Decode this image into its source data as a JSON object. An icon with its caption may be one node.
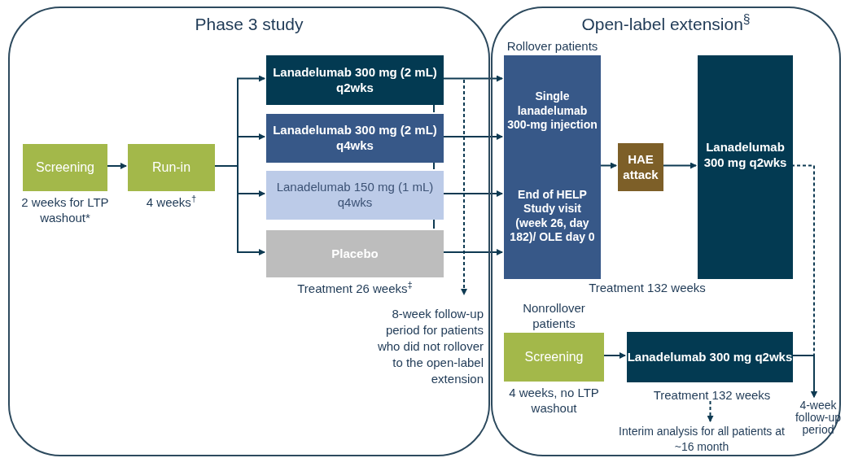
{
  "diagram": {
    "nodes": [
      {
        "text": [
          "Phase 3 study"
        ]
      },
      {
        "text": [
          "Open-label extension$^{§}$"
        ]
      },
      {
        "text": [
          "Screening"
        ],
        "in": 0,
        "beside": [
          "2 weeks for LTP washout*"
        ]
      },
      {
        "text": [
          "Run-in"
        ],
        "in": 0,
        "beside": [
          "4 weeks$^{†}$"
        ]
      },
      {
        "text": [
          "Lanadelumab 300 mg (2 mL) q2wks"
        ],
        "in": 0
      },
      {
        "text": [
          "Lanadelumab 300 mg (2 mL) q4wks"
        ],
        "in": 0
      },
      {
        "text": [
          "Lanadelumab 150 mg (1 mL) q4wks"
        ],
        "in": 0
      },
      {
        "text": [
          "Placebo"
        ],
        "in": 0,
        "beside": [
          "Treatment 26 weeks$^{‡}$"
        ]
      },
      {
        "text": [
          "Single lanadelumab 300-mg injection",
          "End of HELP Study visit (week 26, day 182)/ OLE day 0"
        ],
        "in": 1,
        "beside": [
          "Rollover patients"
        ]
      },
      {
        "text": [
          "HAE attack"
        ],
        "in": 1
      },
      {
        "text": [
          "Lanadelumab 300 mg q2wks"
        ],
        "in": 1
      },
      {
        "text": [
          "Screening"
        ],
        "in": 1,
        "beside": [
          "Nonrollover patients",
          "4 weeks, no LTP washout"
        ]
      },
      {
        "text": [
          "Lanadelumab 300 mg q2wks"
        ],
        "in": 1
      },
      {
        "text": [
          "4-week follow-up period"
        ],
        "in": 1
      },
      {
        "text": [
          "8-week follow-up period for patients who did not rollover to the open-label extension"
        ],
        "in": 0
      },
      {
        "text": [
          "Interim analysis for all patients at ~16 month"
        ],
        "in": 1
      },
      {
        "text": [
          "Treatment 132 weeks"
        ],
        "in": 1
      }
    ],
    "edges": [
      {
        "from": 2,
        "to": 3,
        "arrow": "to"
      },
      {
        "from": 3,
        "to": 4,
        "arrow": "to"
      },
      {
        "from": 3,
        "to": 5,
        "arrow": "to"
      },
      {
        "from": 3,
        "to": 6,
        "arrow": "to"
      },
      {
        "from": 3,
        "to": 7,
        "arrow": "to"
      },
      {
        "from": 4,
        "to": 8,
        "arrow": "to"
      },
      {
        "from": 5,
        "to": 8,
        "arrow": "to"
      },
      {
        "from": 6,
        "to": 8,
        "arrow": "to"
      },
      {
        "from": 7,
        "to": 8,
        "arrow": "to"
      },
      {
        "from": 4,
        "to": 5,
        "arrow": "none"
      },
      {
        "from": 5,
        "to": 6,
        "arrow": "none"
      },
      {
        "from": 6,
        "to": 7,
        "arrow": "none"
      },
      {
        "from": 8,
        "to": 9,
        "arrow": "to"
      },
      {
        "from": 9,
        "to": 10,
        "arrow": "to"
      },
      {
        "from": 10,
        "to": 13,
        "arrow": "to",
        "style": "dashed"
      },
      {
        "from": 12,
        "to": 13,
        "arrow": "to"
      },
      {
        "from": 11,
        "to": 12,
        "arrow": "to"
      },
      {
        "from": null,
        "to": 14,
        "arrow": "to",
        "style": "dashed"
      },
      {
        "from": 16,
        "to": 15,
        "arrow": "to",
        "style": "dashed"
      }
    ],
    "labels": [
      "Treatment 132 weeks"
    ]
  }
}
